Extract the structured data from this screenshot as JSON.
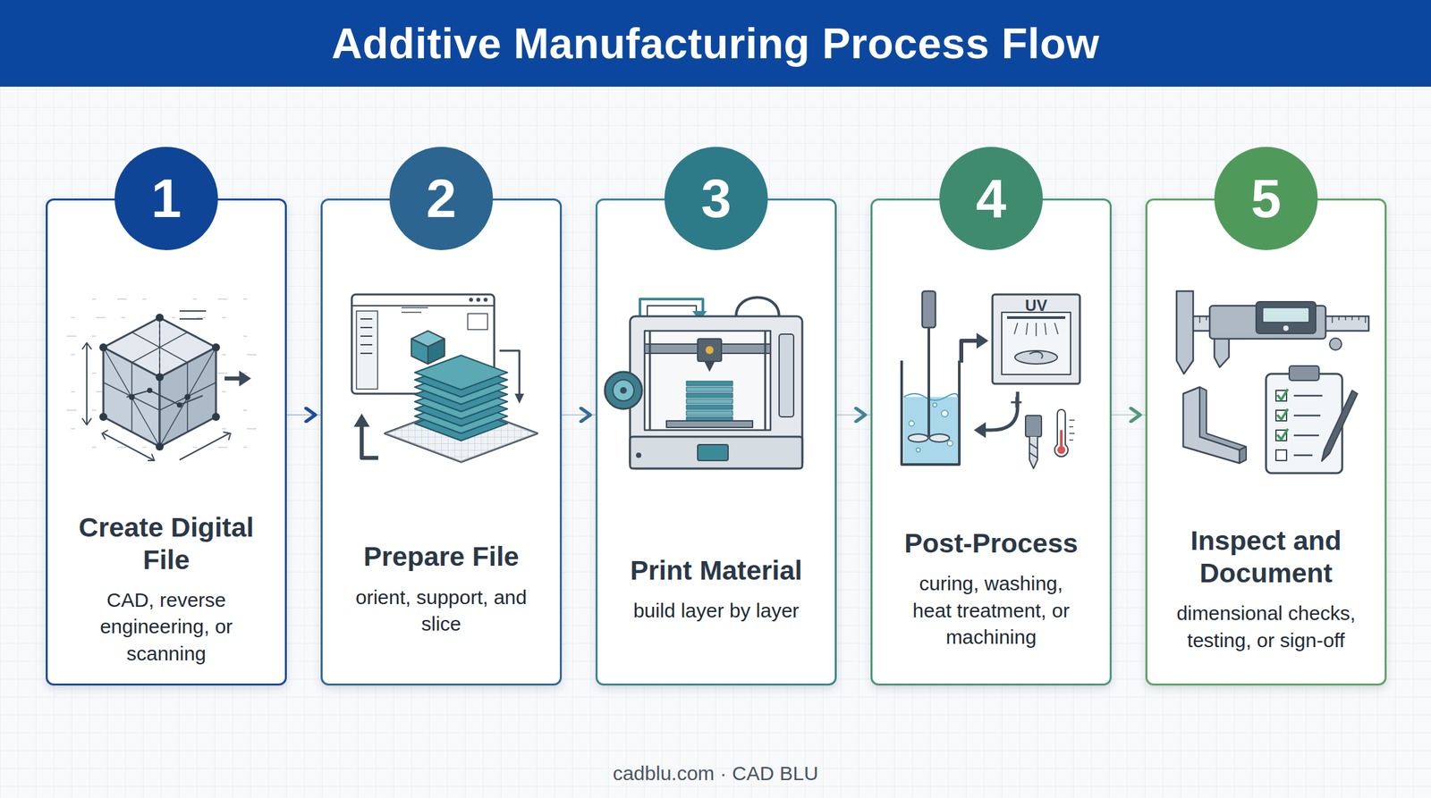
{
  "diagram": {
    "title": "Additive Manufacturing Process Flow",
    "caption": "cadblu.com · CAD BLU",
    "nodes": [
      {
        "text": [
          "Create Digital File",
          "CAD, reverse engineering, or scanning"
        ]
      },
      {
        "text": [
          "1"
        ],
        "in": 0
      },
      {
        "text": [
          "Prepare File",
          "orient, support, and slice"
        ]
      },
      {
        "text": [
          "2"
        ],
        "in": 2
      },
      {
        "text": [
          "Print Material",
          "build layer by layer"
        ]
      },
      {
        "text": [
          "3"
        ],
        "in": 4
      },
      {
        "text": [
          "Post-Process",
          "curing, washing, heat treatment, or machining"
        ]
      },
      {
        "text": [
          "4"
        ],
        "in": 6
      },
      {
        "text": [
          "Inspect and Document",
          "dimensional checks, testing, or sign-off"
        ]
      },
      {
        "text": [
          "5"
        ],
        "in": 8
      }
    ],
    "edges": [
      {
        "from": 0,
        "to": 2,
        "arrow": "to"
      },
      {
        "from": 2,
        "to": 4,
        "arrow": "to"
      },
      {
        "from": 4,
        "to": 6,
        "arrow": "to"
      },
      {
        "from": 6,
        "to": 8,
        "arrow": "to"
      }
    ],
    "labels": [
      "UV"
    ]
  }
}
